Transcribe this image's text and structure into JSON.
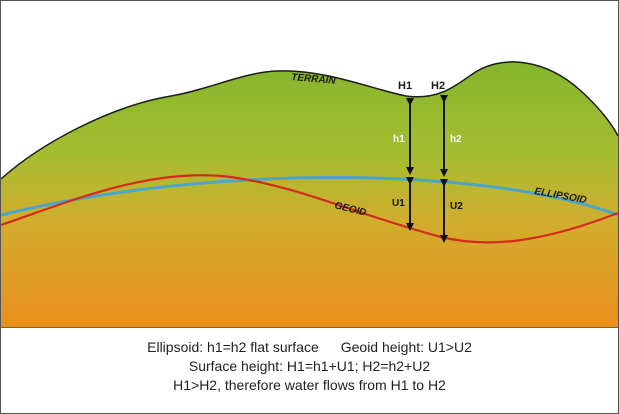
{
  "diagram": {
    "labels": {
      "terrain": "TERRAIN",
      "geoid": "GEOID",
      "ellipsoid": "ELLIPSOID",
      "H1": "H1",
      "H2": "H2",
      "h1": "h1",
      "h2": "h2",
      "U1": "U1",
      "U2": "U2"
    },
    "colors": {
      "terrain_top": "#8dbb2f",
      "terrain_mid": "#c9b534",
      "terrain_bottom": "#e9941e",
      "geoid_line": "#d42a1e",
      "ellipsoid_line": "#4aa6c8",
      "arrows": "#111111"
    }
  },
  "caption": {
    "line1_a": "Ellipsoid: h1=h2 flat surface",
    "line1_b": "Geoid height: U1>U2",
    "line2": "Surface height: H1=h1+U1; H2=h2+U2",
    "line3": "H1>H2, therefore water flows from H1 to H2"
  }
}
